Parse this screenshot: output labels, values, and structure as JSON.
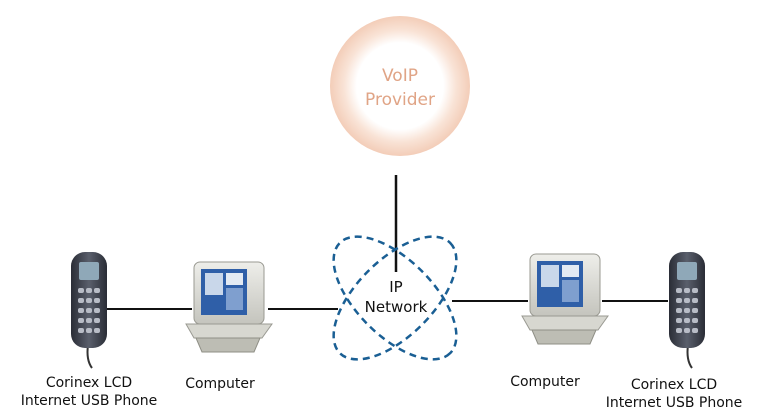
{
  "provider": {
    "line1": "VoIP",
    "line2": "Provider"
  },
  "network": {
    "line1": "IP",
    "line2": "Network"
  },
  "devices": {
    "left_phone": {
      "line1": "Corinex LCD",
      "line2": "Internet USB Phone"
    },
    "left_computer": "Computer",
    "right_computer": "Computer",
    "right_phone": {
      "line1": "Corinex LCD",
      "line2": "Internet USB Phone"
    }
  },
  "colors": {
    "provider_text": "#e0a486",
    "provider_glow": "#f3cdb8",
    "network_dash": "#1a5f94",
    "link_line": "#111111"
  }
}
